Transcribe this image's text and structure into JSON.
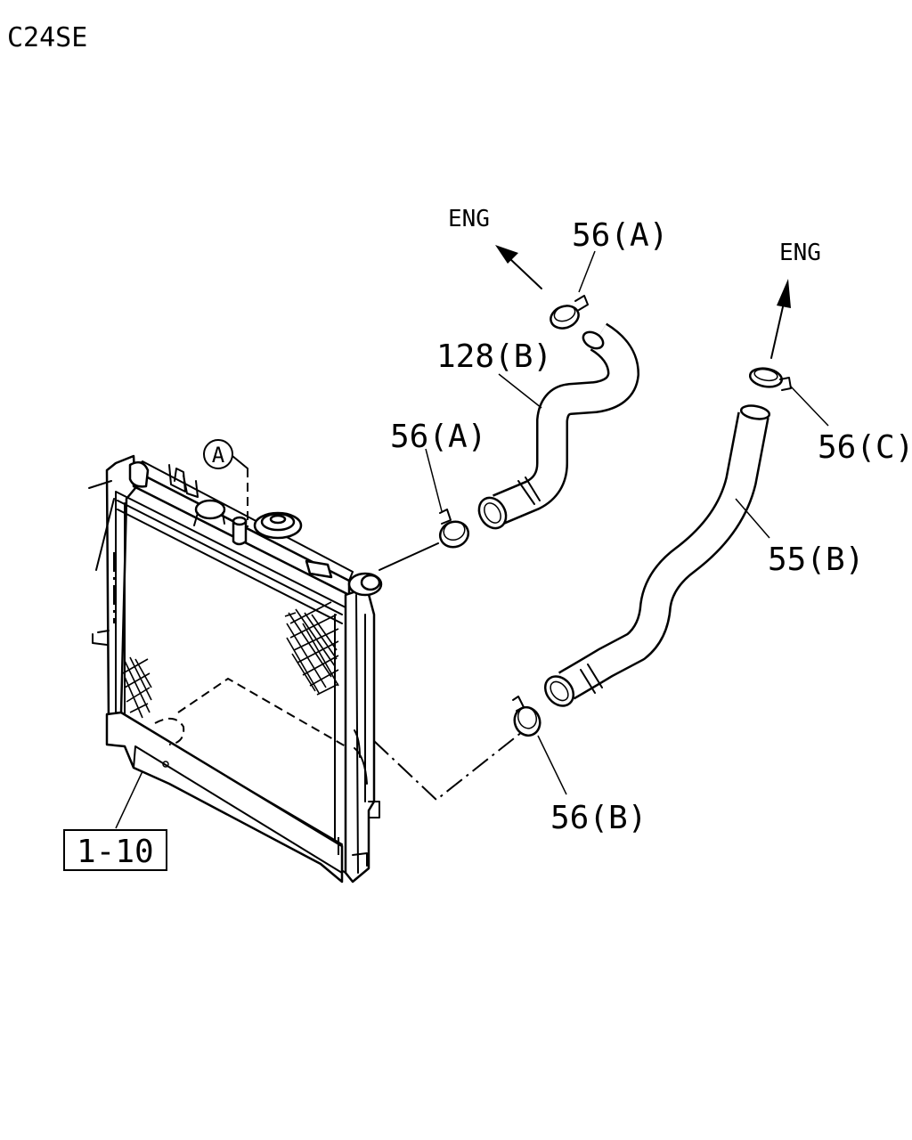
{
  "diagram": {
    "engine_code": "C24SE",
    "direction_labels": {
      "upper_hose": "ENG",
      "lower_hose": "ENG"
    },
    "reference_mark": "A",
    "callouts": {
      "clamp_top": "56(A)",
      "upper_hose": "128(B)",
      "clamp_radiator_inlet": "56(A)",
      "clamp_lower_top": "56(C)",
      "lower_hose": "55(B)",
      "clamp_lower_outlet": "56(B)",
      "radiator_ref": "1-10"
    }
  }
}
